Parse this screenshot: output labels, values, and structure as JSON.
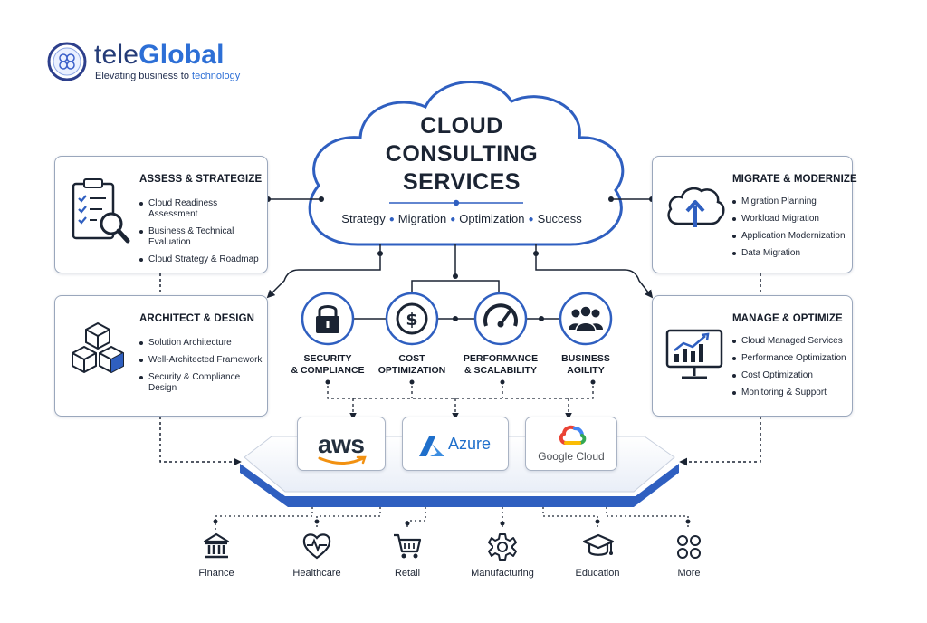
{
  "brand": {
    "name_part1": "tele",
    "name_part2": "Global",
    "tagline_part1": "Elevating business to ",
    "tagline_part2": "technology"
  },
  "hub": {
    "title_lines": [
      "CLOUD",
      "CONSULTING",
      "SERVICES"
    ],
    "tagline": [
      "Strategy",
      "Migration",
      "Optimization",
      "Success"
    ]
  },
  "cards": {
    "assess": {
      "title": "ASSESS & STRATEGIZE",
      "items": [
        "Cloud Readiness Assessment",
        "Business & Technical",
        "Evaluation",
        "Cloud Strategy & Roadmap"
      ]
    },
    "architect": {
      "title": "ARCHITECT & DESIGN",
      "items": [
        "Solution Architecture",
        "Well-Architected Framework",
        "Security & Compliance Design"
      ]
    },
    "migrate": {
      "title": "MIGRATE & MODERNIZE",
      "items": [
        "Migration Planning",
        "Workload Migration",
        "Application Modernization",
        "Data Migration"
      ]
    },
    "manage": {
      "title": "MANAGE & OPTIMIZE",
      "items": [
        "Cloud Managed Services",
        "Performance Optimization",
        "Cost Optimization",
        "Monitoring & Support"
      ]
    }
  },
  "pillars": [
    {
      "line1": "SECURITY",
      "line2": "& COMPLIANCE",
      "icon": "padlock-icon"
    },
    {
      "line1": "COST",
      "line2": "OPTIMIZATION",
      "icon": "dollar-coin-icon"
    },
    {
      "line1": "PERFORMANCE",
      "line2": "& SCALABILITY",
      "icon": "speedometer-icon"
    },
    {
      "line1": "BUSINESS",
      "line2": "AGILITY",
      "icon": "team-icon"
    }
  ],
  "providers": {
    "aws": "aws",
    "azure": "Azure",
    "google": "Google Cloud"
  },
  "industries": [
    {
      "label": "Finance",
      "icon": "bank-icon"
    },
    {
      "label": "Healthcare",
      "icon": "heart-pulse-icon"
    },
    {
      "label": "Retail",
      "icon": "shopping-cart-icon"
    },
    {
      "label": "Manufacturing",
      "icon": "gear-icon"
    },
    {
      "label": "Education",
      "icon": "graduation-cap-icon"
    },
    {
      "label": "More",
      "icon": "more-dots-icon"
    }
  ],
  "colors": {
    "accent_blue": "#2f5fc0",
    "dark_navy": "#1b2433",
    "brand_blue": "#2d6fd6"
  }
}
